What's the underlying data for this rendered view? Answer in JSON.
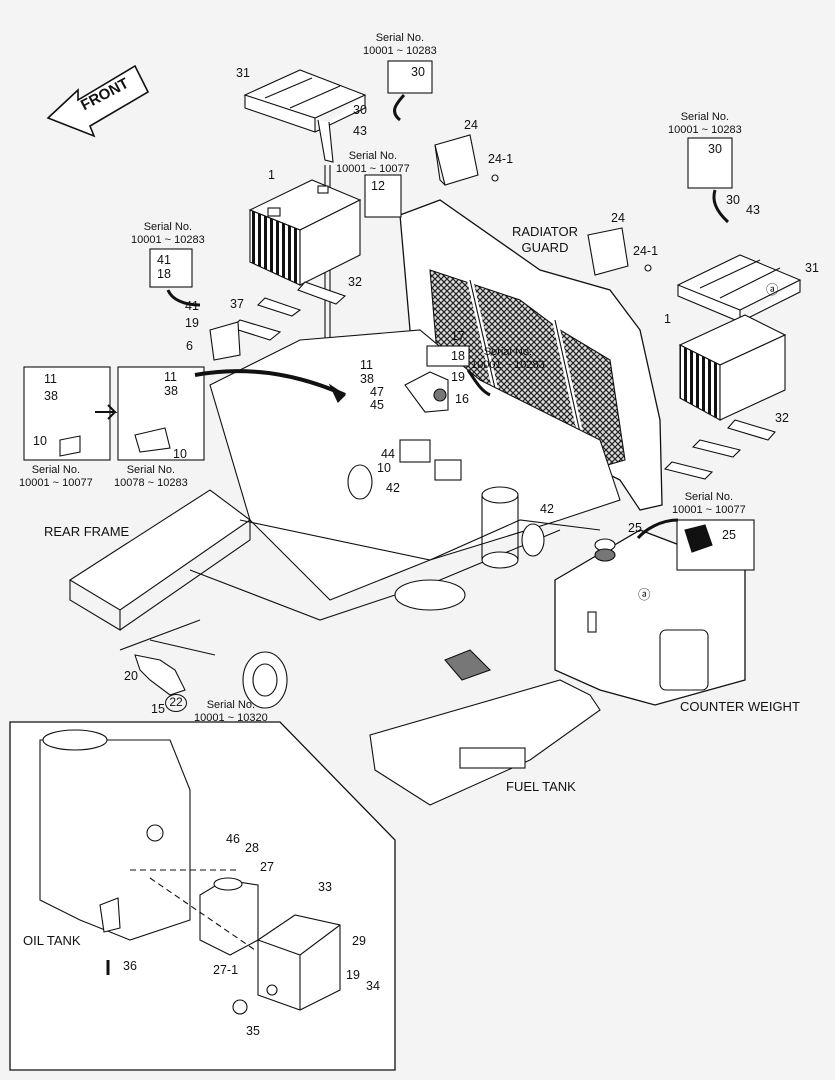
{
  "arrow_label": "FRONT",
  "serial": {
    "s_top_center_l1": "Serial No.",
    "s_top_center_l2": "10001 ~ 10283",
    "s_top_right_l1": "Serial No.",
    "s_top_right_l2": "10001 ~ 10283",
    "s_mid_left_l1": "Serial No.",
    "s_mid_left_l2": "10001 ~ 10283",
    "s_center_l1": "Serial No.",
    "s_center_l2": "10001 ~ 10077",
    "s_mid_center_l1": "Serial No.",
    "s_mid_center_l2": "10001 ~ 10283",
    "s_box_a_l1": "Serial No.",
    "s_box_a_l2": "10001 ~ 10077",
    "s_box_b_l1": "Serial No.",
    "s_box_b_l2": "10078 ~ 10283",
    "s_right_l1": "Serial No.",
    "s_right_l2": "10001 ~ 10077",
    "s_bottom_l1": "Serial No.",
    "s_bottom_l2": "10001 ~ 10320"
  },
  "names": {
    "radiator_l1": "RADIATOR",
    "radiator_l2": "GUARD",
    "rear_frame": "REAR FRAME",
    "counter_weight": "COUNTER WEIGHT",
    "fuel_tank": "FUEL TANK",
    "oil_tank": "OIL TANK"
  },
  "callouts": {
    "c31a": "31",
    "c30a": "30",
    "c30b": "30",
    "c43a": "43",
    "c12": "12",
    "c1a": "1",
    "c24a": "24",
    "c24_1a": "24-1",
    "c24b": "24",
    "c24_1b": "24-1",
    "c30c": "30",
    "c30d": "30",
    "c43b": "43",
    "c31b": "31",
    "ca1": "ⓐ",
    "c1b": "1",
    "c32b": "32",
    "c41a": "41",
    "c18a": "18",
    "c41b": "41",
    "c19a": "19",
    "c37": "37",
    "c6": "6",
    "c32a": "32",
    "c17": "17",
    "c18b": "18",
    "c19b": "19",
    "c16": "16",
    "c11a": "11",
    "c38a": "38",
    "c10a": "10",
    "c11b": "11",
    "c38b": "38",
    "c10b": "10",
    "c11c": "11",
    "c38c": "38",
    "c47": "47",
    "c45": "45",
    "c44": "44",
    "c10c": "10",
    "c42a": "42",
    "c42b": "42",
    "c25a": "25",
    "c25b": "25",
    "ca2": "ⓐ",
    "c20": "20",
    "c15": "15",
    "c22": "22",
    "c46": "46",
    "c28": "28",
    "c27": "27",
    "c33": "33",
    "c29": "29",
    "c27_1": "27-1",
    "c19c": "19",
    "c34": "34",
    "c35": "35",
    "c36": "36"
  },
  "colors": {
    "line": "#111111",
    "mesh": "#222222",
    "paper": "#f4f4f4"
  }
}
